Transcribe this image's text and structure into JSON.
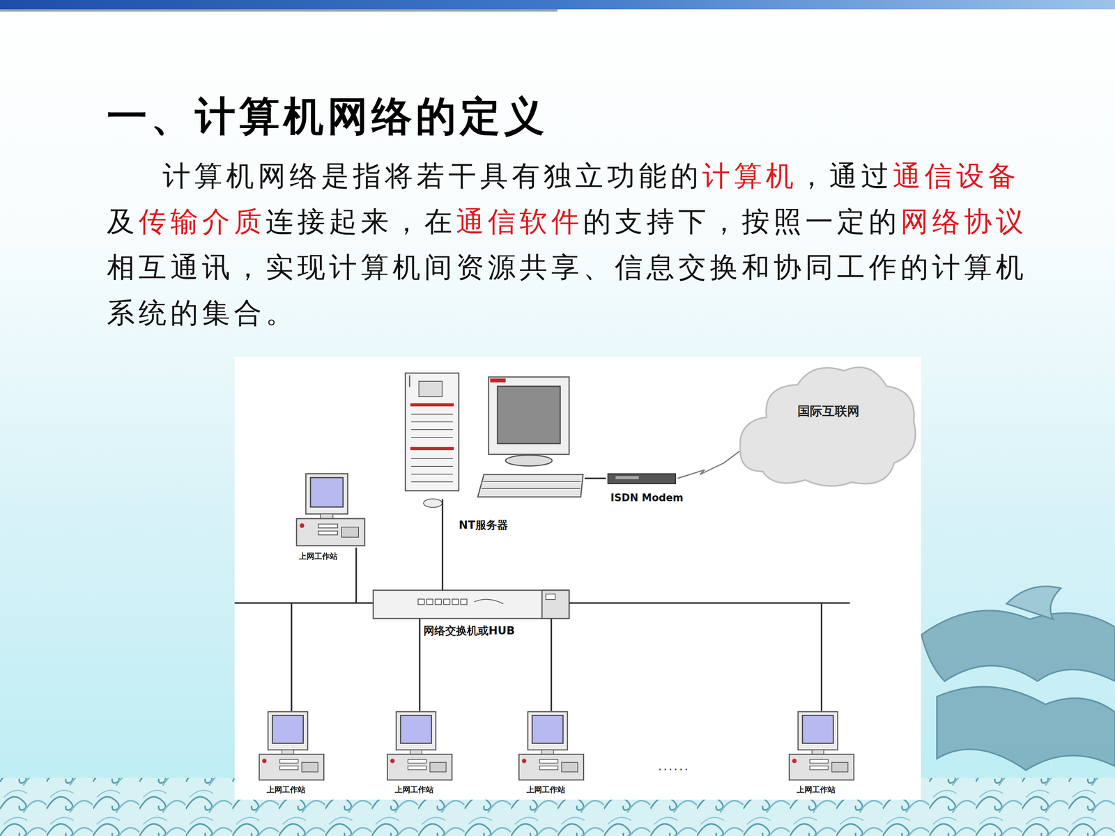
{
  "diagram": {
    "title": "一、计算机网络的定义",
    "nodes": [
      {
        "text": [
          "NT服务器"
        ]
      },
      {
        "text": [
          "ISDN Modem"
        ]
      },
      {
        "text": [
          "国际互联网"
        ]
      },
      {
        "text": [
          "上网工作站"
        ]
      },
      {
        "text": [
          "网络交换机或HUB"
        ]
      },
      {
        "text": [
          "上网工作站"
        ]
      },
      {
        "text": [
          "上网工作站"
        ]
      },
      {
        "text": [
          "上网工作站"
        ]
      },
      {
        "text": [
          "上网工作站"
        ]
      }
    ],
    "edges": [
      {
        "from": 0,
        "to": 4,
        "arrow": "none"
      },
      {
        "from": 0,
        "to": 1,
        "arrow": "none"
      },
      {
        "from": 1,
        "to": 2,
        "arrow": "none"
      },
      {
        "from": 3,
        "to": 4,
        "arrow": "none"
      },
      {
        "from": 4,
        "to": 5,
        "arrow": "none"
      },
      {
        "from": 4,
        "to": 6,
        "arrow": "none"
      },
      {
        "from": 4,
        "to": 7,
        "arrow": "none"
      },
      {
        "from": 4,
        "to": 8,
        "arrow": "none"
      }
    ],
    "labels": [
      "计算机网络是指将若干具有独立功能的",
      "计算机",
      "，通过",
      "通信设备",
      "及",
      "传输介质",
      "连接起来，在",
      "通信软件",
      "的支持下，按照一定的",
      "网络协议",
      "相互通讯，实现计算机间资源共享、信息交换和协同工作的计算机系统的集合。",
      "......"
    ]
  }
}
